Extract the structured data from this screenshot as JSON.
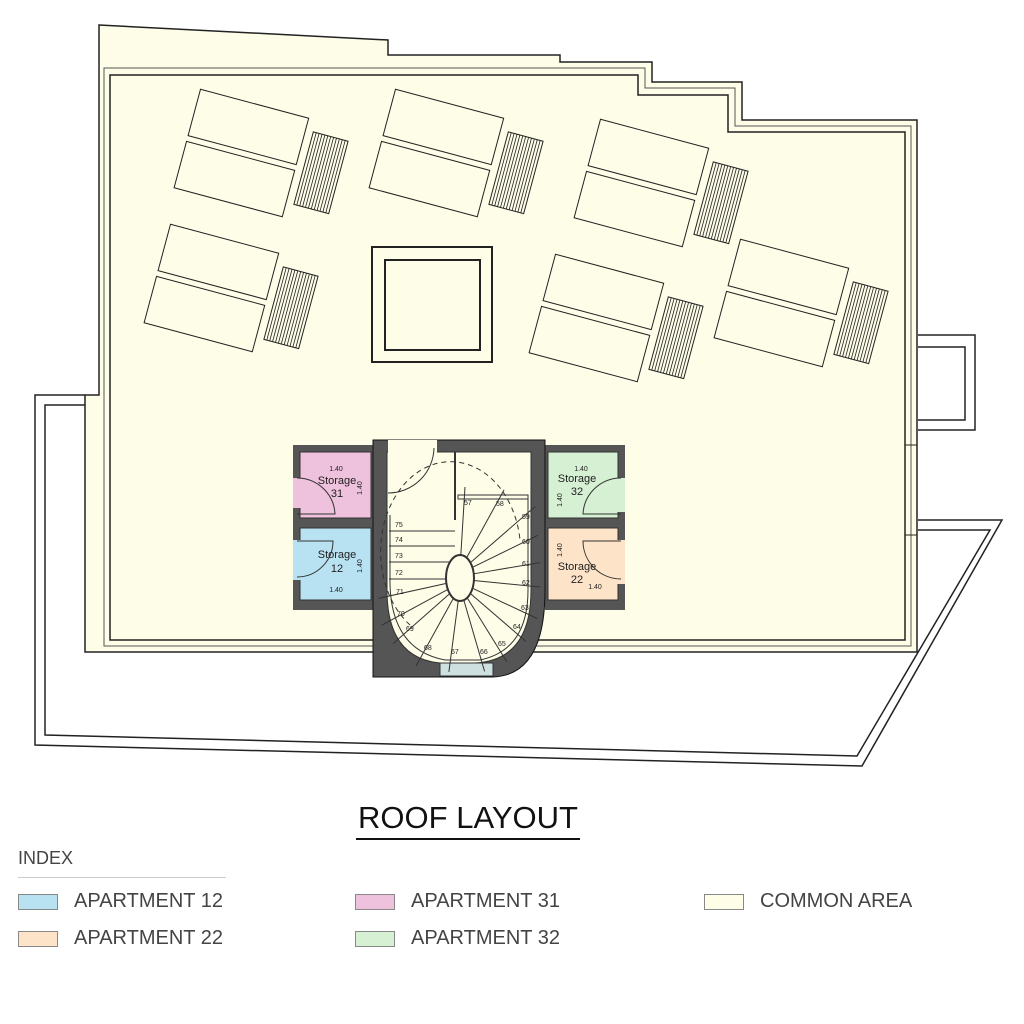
{
  "title": "ROOF LAYOUT",
  "index": {
    "heading": "INDEX",
    "items": [
      {
        "label": "APARTMENT 12",
        "color": "#b8e2f2"
      },
      {
        "label": "APARTMENT 22",
        "color": "#fde3c8"
      },
      {
        "label": "APARTMENT 31",
        "color": "#eec2dc"
      },
      {
        "label": "APARTMENT 32",
        "color": "#d6f0d4"
      },
      {
        "label": "COMMON AREA",
        "color": "#fefde8"
      }
    ]
  },
  "plan": {
    "storages": [
      {
        "label": "Storage",
        "number": "31",
        "dim_w": "1.40",
        "dim_h": "1.40"
      },
      {
        "label": "Storage",
        "number": "12",
        "dim_w": "1.40",
        "dim_h": "1.40"
      },
      {
        "label": "Storage",
        "number": "32",
        "dim_w": "1.40",
        "dim_h": "1.40"
      },
      {
        "label": "Storage",
        "number": "22",
        "dim_w": "1.40",
        "dim_h": "1.40"
      }
    ],
    "steps": [
      "57",
      "58",
      "59",
      "60",
      "61",
      "62",
      "63",
      "64",
      "65",
      "66",
      "67",
      "68",
      "69",
      "70",
      "71",
      "72",
      "73",
      "74",
      "75"
    ]
  }
}
